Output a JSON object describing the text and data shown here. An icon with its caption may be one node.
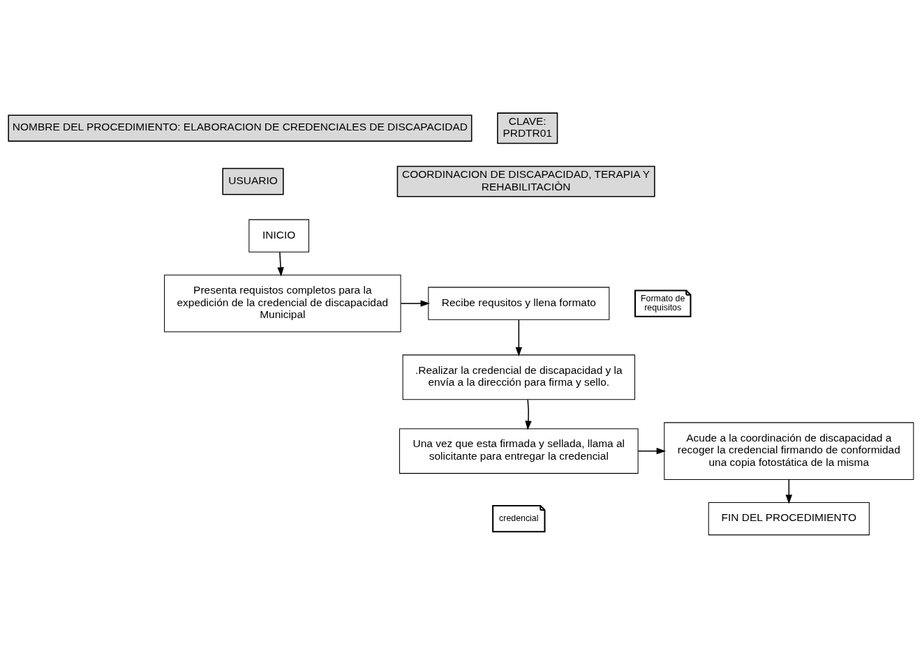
{
  "diagram": {
    "nodes": [
      {
        "text": [
          "NOMBRE DEL PROCEDIMIENTO: ELABORACION DE CREDENCIALES DE DISCAPACIDAD"
        ]
      },
      {
        "text": [
          "CLAVE: PRDTR01"
        ]
      },
      {
        "text": [
          "USUARIO"
        ]
      },
      {
        "text": [
          "COORDINACION DE DISCAPACIDAD, TERAPIA Y REHABILITACIÒN"
        ]
      },
      {
        "text": [
          "INICIO"
        ]
      },
      {
        "text": [
          "Presenta requistos completos para la expedición de la credencial de discapacidad Municipal"
        ]
      },
      {
        "text": [
          "Recibe requsitos y llena formato"
        ]
      },
      {
        "text": [
          "Formato de requisitos"
        ]
      },
      {
        "text": [
          ".Realizar la credencial de discapacidad y la envía a la dirección para firma y sello."
        ]
      },
      {
        "text": [
          "Acude a la coordinación de discapacidad a recoger la credencial firmando de conformidad una copia fotostática de la misma"
        ]
      },
      {
        "text": [
          "Una vez que esta firmada y sellada, llama al solicitante para entregar la credencial"
        ]
      },
      {
        "text": [
          "credencial"
        ]
      },
      {
        "text": [
          "FIN DEL PROCEDIMIENTO"
        ]
      }
    ],
    "edges": [
      {
        "from": 4,
        "to": 5,
        "arrow": "to"
      },
      {
        "from": 5,
        "to": 6,
        "arrow": "to"
      },
      {
        "from": 6,
        "to": 8,
        "arrow": "to"
      },
      {
        "from": 8,
        "to": 10,
        "arrow": "to"
      },
      {
        "from": 10,
        "to": 9,
        "arrow": "to"
      },
      {
        "from": 9,
        "to": 12,
        "arrow": "to"
      }
    ]
  }
}
